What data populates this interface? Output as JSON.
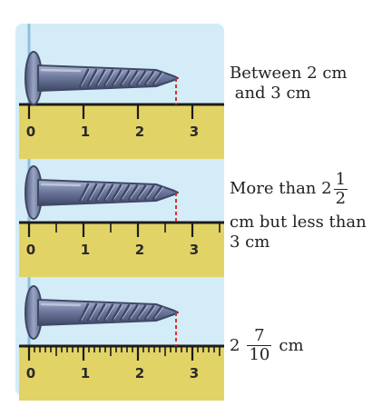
{
  "colors": {
    "panel_bg": "#d3ecf7",
    "ruler": "#e2d366",
    "ruler_edge": "#1c1c1c",
    "screw_body": "#6f7a9e",
    "screw_dark": "#3e4866",
    "screw_light": "#c9d0e6",
    "measure_line": "#d6332a",
    "zero_line": "#8fbfd9"
  },
  "rows": [
    {
      "tick_labels": [
        "0",
        "1",
        "2",
        "3"
      ],
      "minor_divisions": 1,
      "screw_length_cm": 2.7,
      "caption": {
        "line1": "Between 2 cm",
        "line2": " and 3 cm"
      }
    },
    {
      "tick_labels": [
        "0",
        "1",
        "2",
        "3"
      ],
      "minor_divisions": 2,
      "screw_length_cm": 2.7,
      "caption": {
        "prefix": "More than 2",
        "frac_num": "1",
        "frac_den": "2",
        "line2": "cm but less than",
        "line3": "3 cm"
      }
    },
    {
      "tick_labels": [
        "0",
        "1",
        "2",
        "3"
      ],
      "minor_divisions": 10,
      "screw_length_cm": 2.7,
      "caption": {
        "prefix": "2",
        "frac_num": "7",
        "frac_den": "10",
        "suffix": "cm"
      }
    }
  ]
}
